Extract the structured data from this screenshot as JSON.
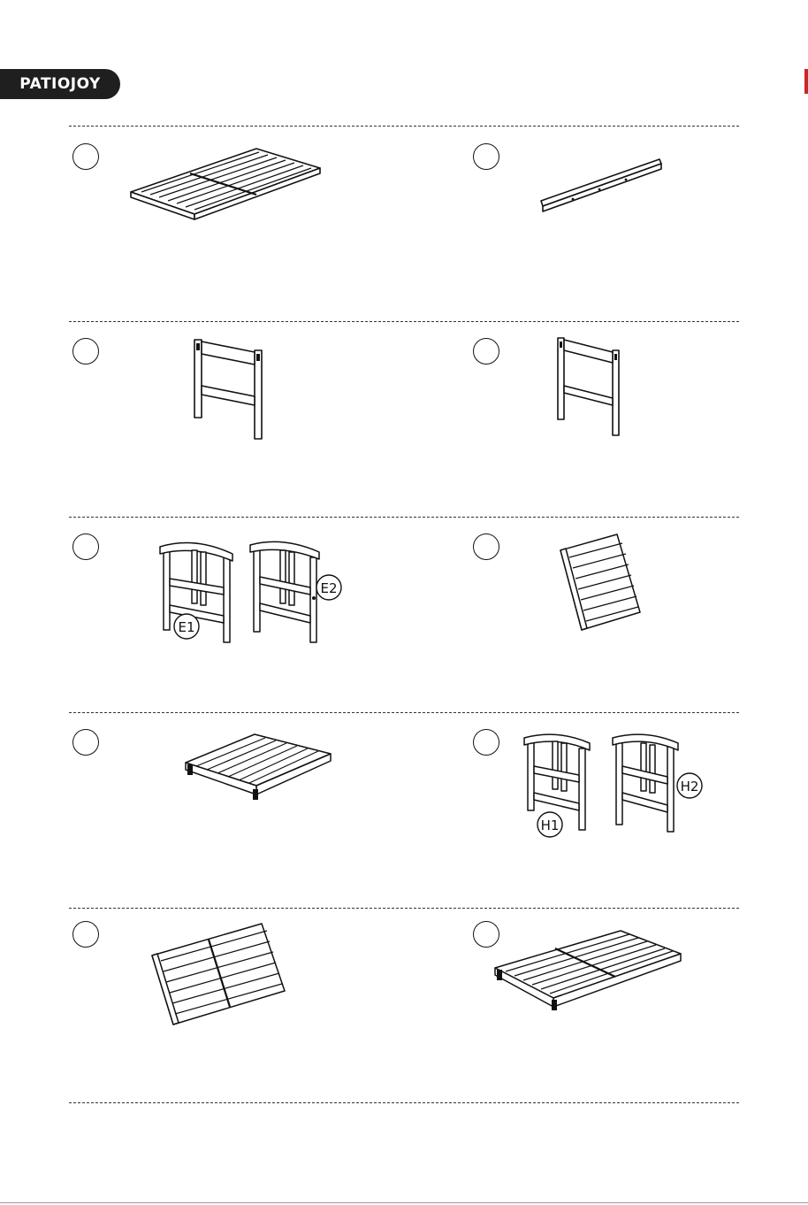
{
  "brand": {
    "name": "PATIOJOY"
  },
  "tags": {
    "e1": "E1",
    "e2": "E2",
    "h1": "H1",
    "h2": "H2"
  },
  "colors": {
    "ink": "#111111",
    "brand_bg": "#1f1f1f",
    "edge_mark": "#c62828"
  }
}
